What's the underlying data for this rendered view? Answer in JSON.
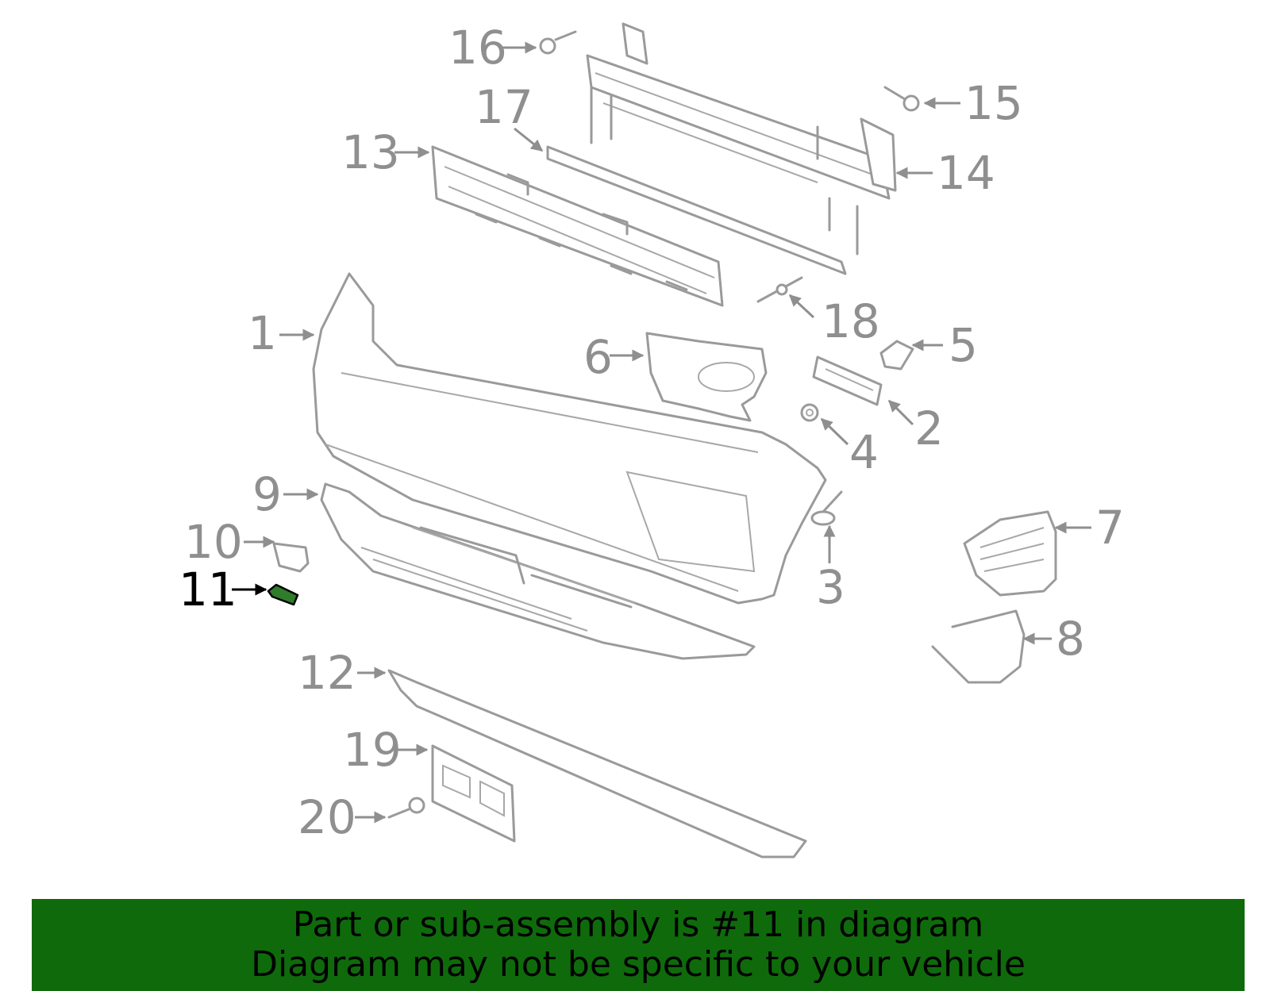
{
  "diagram": {
    "highlight_color": "#2f7d2a",
    "highlighted_part": "11",
    "callouts": [
      {
        "id": "c1",
        "label": "1"
      },
      {
        "id": "c2",
        "label": "2"
      },
      {
        "id": "c3",
        "label": "3"
      },
      {
        "id": "c4",
        "label": "4"
      },
      {
        "id": "c5",
        "label": "5"
      },
      {
        "id": "c6",
        "label": "6"
      },
      {
        "id": "c7",
        "label": "7"
      },
      {
        "id": "c8",
        "label": "8"
      },
      {
        "id": "c9",
        "label": "9"
      },
      {
        "id": "c10",
        "label": "10"
      },
      {
        "id": "c11",
        "label": "11"
      },
      {
        "id": "c12",
        "label": "12"
      },
      {
        "id": "c13",
        "label": "13"
      },
      {
        "id": "c14",
        "label": "14"
      },
      {
        "id": "c15",
        "label": "15"
      },
      {
        "id": "c16",
        "label": "16"
      },
      {
        "id": "c17",
        "label": "17"
      },
      {
        "id": "c18",
        "label": "18"
      },
      {
        "id": "c19",
        "label": "19"
      },
      {
        "id": "c20",
        "label": "20"
      }
    ]
  },
  "banner": {
    "line1": "Part or sub-assembly is #11 in diagram",
    "line2": "Diagram may not be specific to your vehicle",
    "background": "#0f6a0b"
  }
}
